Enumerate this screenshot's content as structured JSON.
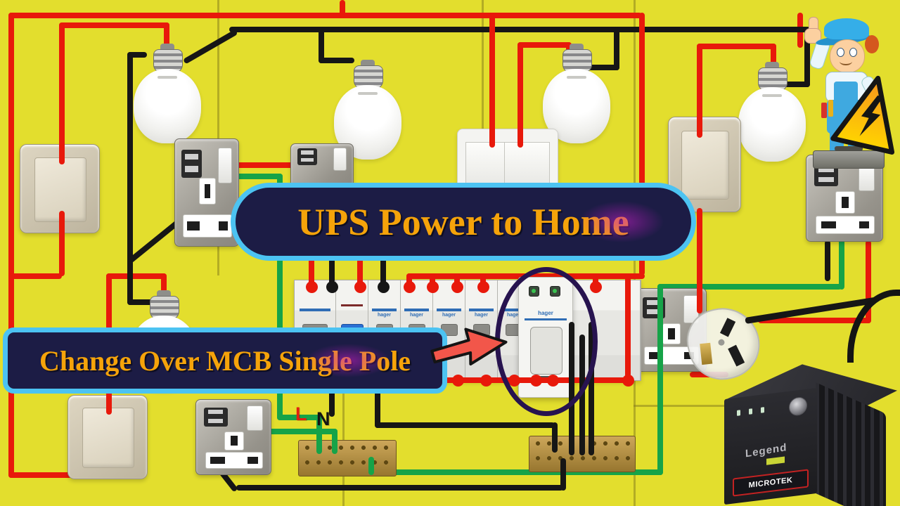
{
  "banners": {
    "title": "UPS Power to Home",
    "callout": "Change Over MCB Single Pole"
  },
  "terminal_labels": {
    "live": "L",
    "neutral": "N"
  },
  "breaker": {
    "brand": "hager"
  },
  "ups": {
    "model": "Legend",
    "brand": "MICROTEK"
  },
  "colors": {
    "background": "#e3de2d",
    "wire_live": "#e8190b",
    "wire_neutral": "#161616",
    "wire_earth": "#16a348",
    "banner_bg": "#1c1c45",
    "banner_border": "#4cc3f2",
    "banner_text": "#f5a30a",
    "arrow": "#f2564a",
    "busbar_brass": "#b48b3c"
  }
}
